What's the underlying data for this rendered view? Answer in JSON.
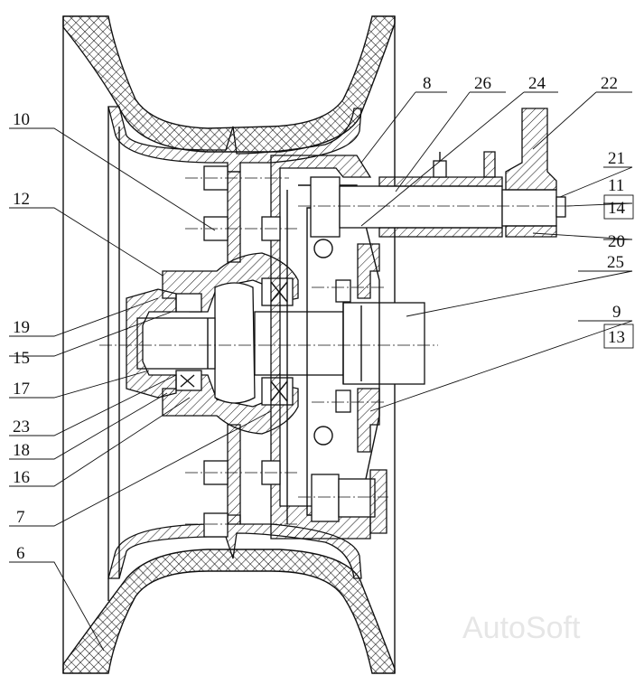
{
  "callouts": [
    {
      "id": "6",
      "label": "6"
    },
    {
      "id": "7",
      "label": "7"
    },
    {
      "id": "8",
      "label": "8"
    },
    {
      "id": "9",
      "label": "9"
    },
    {
      "id": "10",
      "label": "10"
    },
    {
      "id": "11",
      "label": "11"
    },
    {
      "id": "12",
      "label": "12"
    },
    {
      "id": "13",
      "label": "13"
    },
    {
      "id": "14",
      "label": "14"
    },
    {
      "id": "15",
      "label": "15"
    },
    {
      "id": "16",
      "label": "16"
    },
    {
      "id": "17",
      "label": "17"
    },
    {
      "id": "18",
      "label": "18"
    },
    {
      "id": "19",
      "label": "19"
    },
    {
      "id": "20",
      "label": "20"
    },
    {
      "id": "21",
      "label": "21"
    },
    {
      "id": "22",
      "label": "22"
    },
    {
      "id": "23",
      "label": "23"
    },
    {
      "id": "24",
      "label": "24"
    },
    {
      "id": "25",
      "label": "25"
    },
    {
      "id": "26",
      "label": "26"
    }
  ],
  "watermark": "AutoSoft"
}
